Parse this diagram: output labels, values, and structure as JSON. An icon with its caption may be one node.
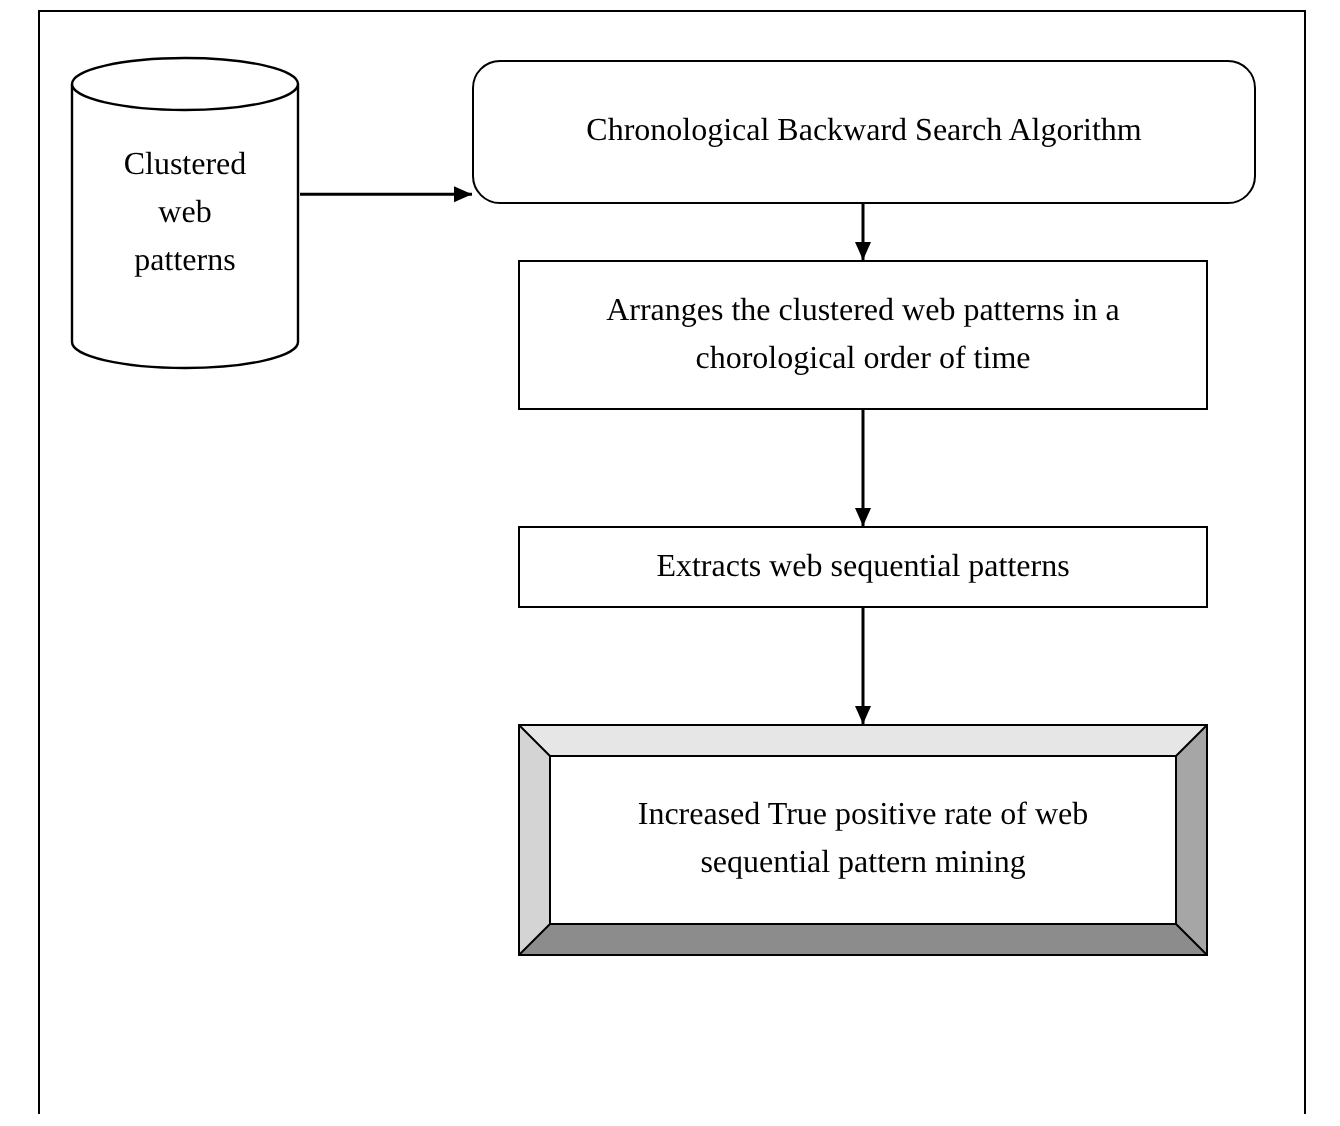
{
  "diagram": {
    "nodes": [
      {
        "text": [
          "Clustered web patterns"
        ]
      },
      {
        "text": [
          "Chronological Backward Search Algorithm"
        ]
      },
      {
        "text": [
          "Arranges the clustered web patterns in a chorological order of time"
        ]
      },
      {
        "text": [
          "Extracts web sequential patterns"
        ]
      },
      {
        "text": [
          "Increased True positive rate of web sequential pattern mining"
        ]
      }
    ],
    "edges": [
      {
        "from": 0,
        "to": 1,
        "arrow": "to"
      },
      {
        "from": 1,
        "to": 2,
        "arrow": "to"
      },
      {
        "from": 2,
        "to": 3,
        "arrow": "to"
      },
      {
        "from": 3,
        "to": 4,
        "arrow": "to"
      }
    ]
  }
}
